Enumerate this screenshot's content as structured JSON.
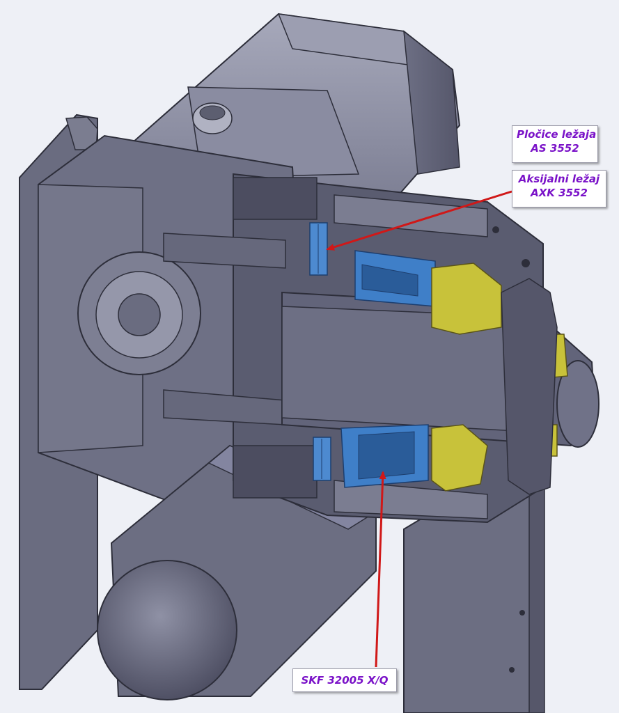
{
  "callouts": {
    "plates": {
      "line1": "Pločice ležaja",
      "line2": "AS 3552"
    },
    "axial": {
      "line1": "Aksijalni ležaj",
      "line2": "AXK 3552"
    },
    "tapered": {
      "line1": "SKF 32005 X/Q"
    }
  },
  "colors": {
    "steel": "#5f6072",
    "steel_light": "#8d8fa3",
    "steel_dark": "#45465a",
    "bearing_blue": "#3f7fc8",
    "bearing_blue_dark": "#2a5c99",
    "gear_yellow": "#c8c23a",
    "arrow_red": "#d01818",
    "label_purple": "#7a12c8"
  }
}
